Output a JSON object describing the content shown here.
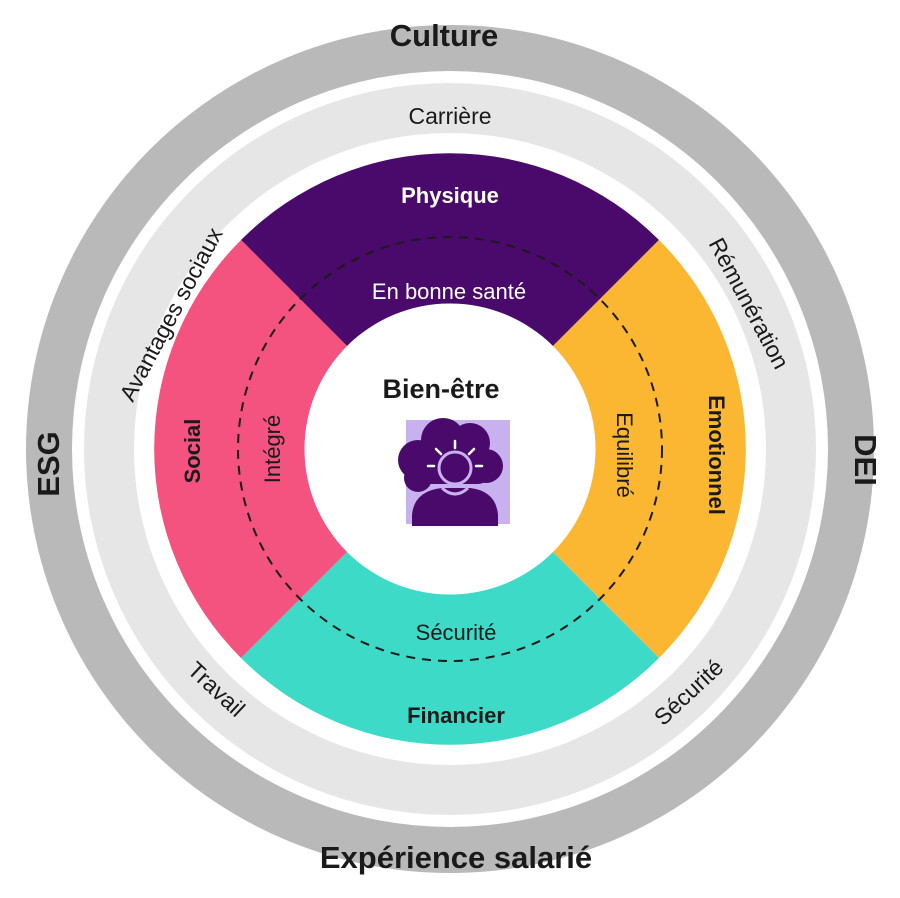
{
  "outer_ring": {
    "top": "Culture",
    "bottom": "Expérience salarié",
    "left": "ESG",
    "right": "DEI"
  },
  "middle_ring": {
    "top": "Carrière",
    "upper_left": "Avantages sociaux",
    "upper_right": "Rémunération",
    "lower_left": "Travail",
    "lower_right": "Sécurité"
  },
  "sectors": {
    "top": {
      "title": "Physique",
      "state": "En bonne santé"
    },
    "right": {
      "title": "Emotionnel",
      "state": "Equilibré"
    },
    "bottom": {
      "title": "Financier",
      "state": "Sécurité"
    },
    "left": {
      "title": "Social",
      "state": "Intégré"
    }
  },
  "center": {
    "title": "Bien-être",
    "icon": "person-with-mind-icon"
  },
  "colors": {
    "outer_ring": "#b9b9b9",
    "middle_ring": "#e6e6e6",
    "physique": "#4a0a6b",
    "emotionnel": "#fbb731",
    "financier": "#3ddac8",
    "social": "#f4527f",
    "icon_bg": "#c7b1ee",
    "icon_fg": "#4a0a6b"
  }
}
